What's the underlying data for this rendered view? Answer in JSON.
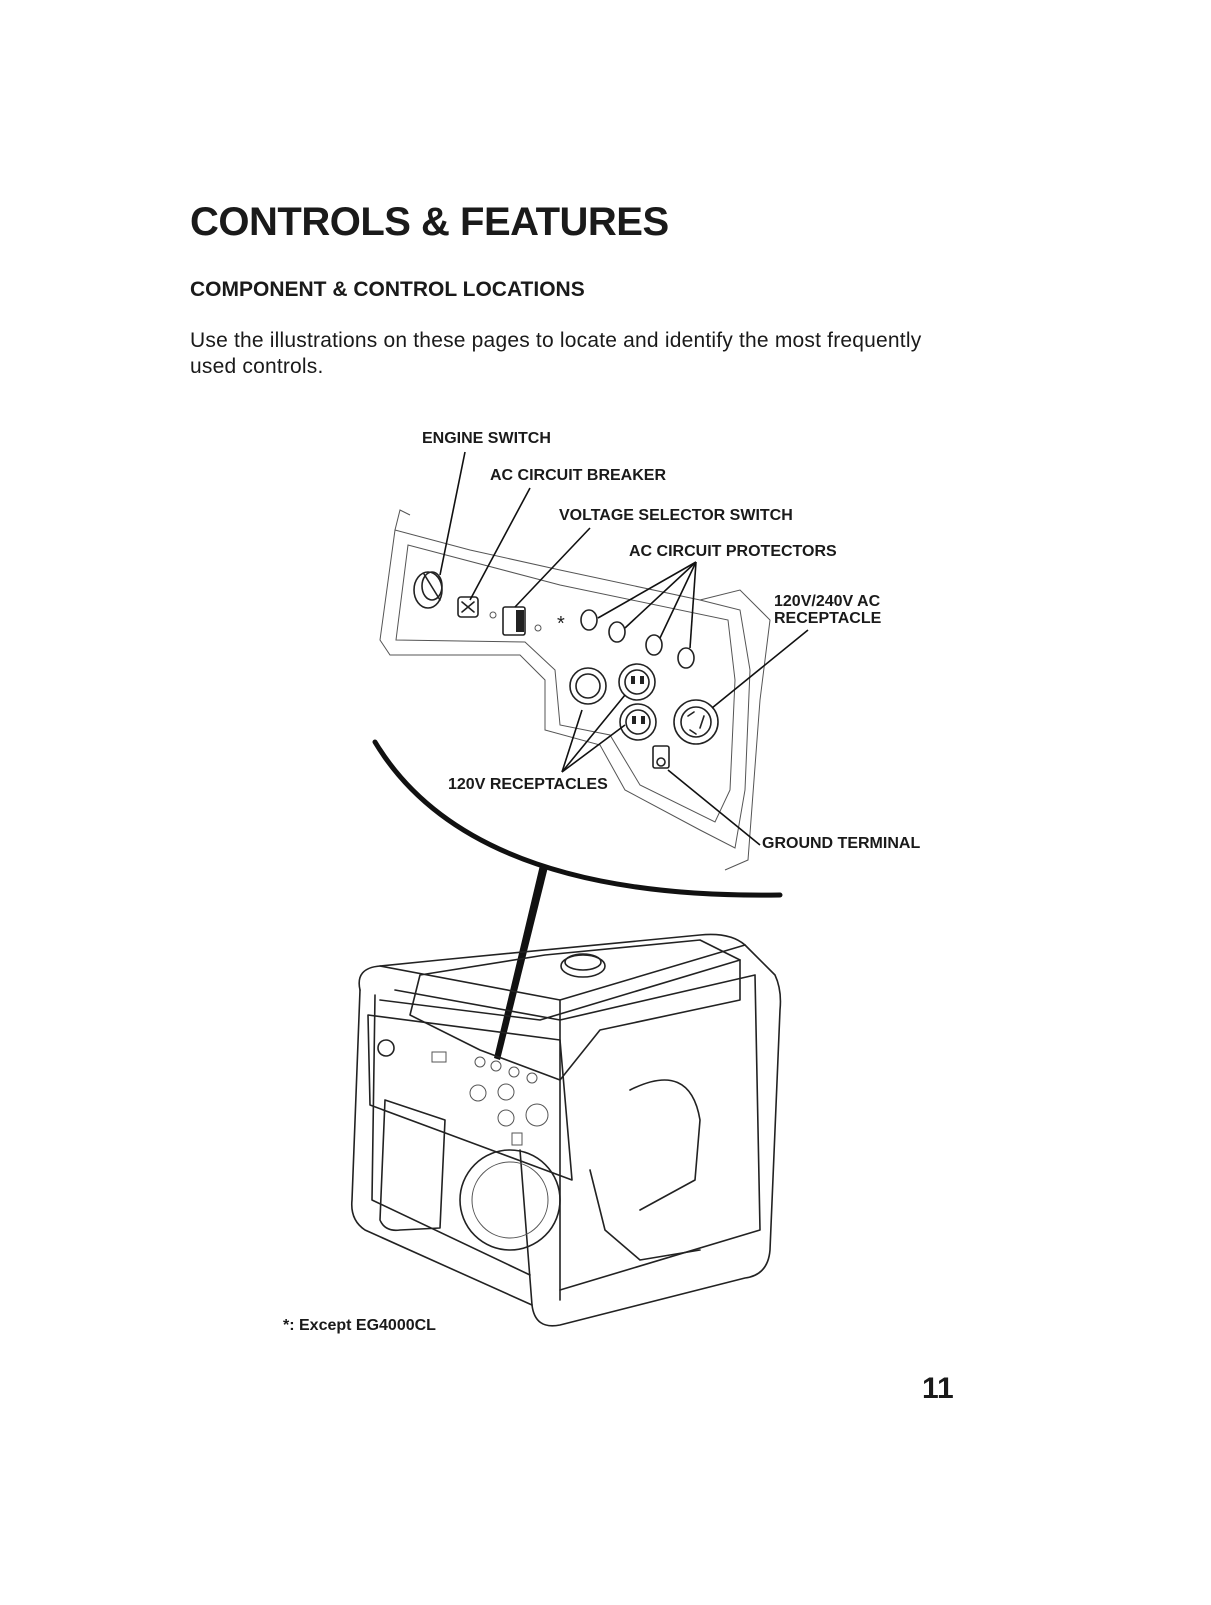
{
  "page": {
    "title": "CONTROLS & FEATURES",
    "subtitle": "COMPONENT & CONTROL LOCATIONS",
    "intro": "Use the illustrations on these pages to locate and identify the most frequently used controls.",
    "page_number": "11"
  },
  "figure": {
    "labels": {
      "engine_switch": "ENGINE SWITCH",
      "ac_circuit_breaker": "AC CIRCUIT BREAKER",
      "voltage_selector_switch": "VOLTAGE SELECTOR SWITCH",
      "ac_circuit_protectors": "AC CIRCUIT PROTECTORS",
      "receptacle_240": "120V/240V AC\nRECEPTACLE",
      "receptacles_120": "120V RECEPTACLES",
      "ground_terminal": "GROUND TERMINAL",
      "asterisk": "*"
    },
    "footnote": "*: Except EG4000CL"
  }
}
